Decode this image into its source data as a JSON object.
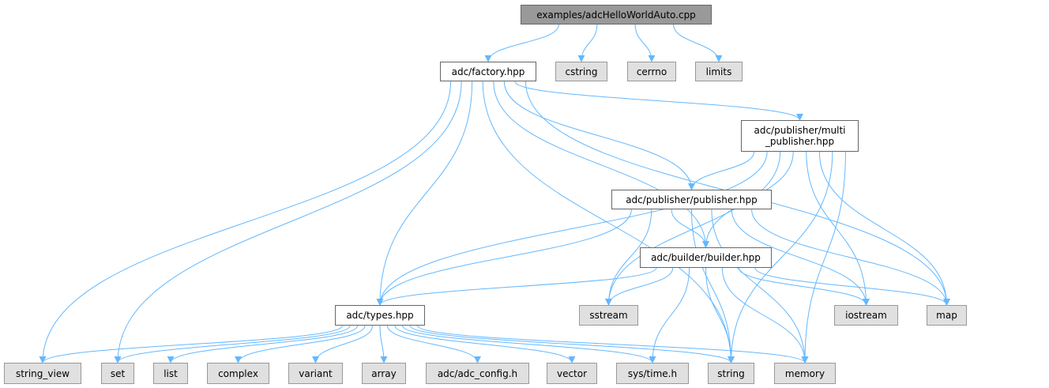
{
  "graph": {
    "nodes": [
      {
        "id": "main",
        "label": "examples/adcHelloWorldAuto.cpp",
        "kind": "root"
      },
      {
        "id": "factory",
        "label": "adc/factory.hpp",
        "kind": "local"
      },
      {
        "id": "cstring",
        "label": "cstring",
        "kind": "ext"
      },
      {
        "id": "cerrno",
        "label": "cerrno",
        "kind": "ext"
      },
      {
        "id": "limits",
        "label": "limits",
        "kind": "ext"
      },
      {
        "id": "multi",
        "label": "adc/publisher/multi\n_publisher.hpp",
        "kind": "local"
      },
      {
        "id": "publisher",
        "label": "adc/publisher/publisher.hpp",
        "kind": "local"
      },
      {
        "id": "builder",
        "label": "adc/builder/builder.hpp",
        "kind": "local"
      },
      {
        "id": "types",
        "label": "adc/types.hpp",
        "kind": "local"
      },
      {
        "id": "sstream",
        "label": "sstream",
        "kind": "ext"
      },
      {
        "id": "iostream",
        "label": "iostream",
        "kind": "ext"
      },
      {
        "id": "map",
        "label": "map",
        "kind": "ext"
      },
      {
        "id": "string_view",
        "label": "string_view",
        "kind": "ext"
      },
      {
        "id": "set",
        "label": "set",
        "kind": "ext"
      },
      {
        "id": "list",
        "label": "list",
        "kind": "ext"
      },
      {
        "id": "complex",
        "label": "complex",
        "kind": "ext"
      },
      {
        "id": "variant",
        "label": "variant",
        "kind": "ext"
      },
      {
        "id": "array",
        "label": "array",
        "kind": "ext"
      },
      {
        "id": "adc_config",
        "label": "adc/adc_config.h",
        "kind": "ext"
      },
      {
        "id": "vector",
        "label": "vector",
        "kind": "ext"
      },
      {
        "id": "systime",
        "label": "sys/time.h",
        "kind": "ext"
      },
      {
        "id": "string",
        "label": "string",
        "kind": "ext"
      },
      {
        "id": "memory",
        "label": "memory",
        "kind": "ext"
      }
    ],
    "edges": [
      [
        "main",
        "factory"
      ],
      [
        "main",
        "cstring"
      ],
      [
        "main",
        "cerrno"
      ],
      [
        "main",
        "limits"
      ],
      [
        "factory",
        "string_view"
      ],
      [
        "factory",
        "set"
      ],
      [
        "factory",
        "types"
      ],
      [
        "factory",
        "string"
      ],
      [
        "factory",
        "builder"
      ],
      [
        "factory",
        "publisher"
      ],
      [
        "factory",
        "multi"
      ],
      [
        "factory",
        "map"
      ],
      [
        "multi",
        "publisher"
      ],
      [
        "multi",
        "types"
      ],
      [
        "multi",
        "sstream"
      ],
      [
        "multi",
        "builder"
      ],
      [
        "multi",
        "iostream"
      ],
      [
        "multi",
        "map"
      ],
      [
        "multi",
        "string"
      ],
      [
        "multi",
        "memory"
      ],
      [
        "publisher",
        "types"
      ],
      [
        "publisher",
        "sstream"
      ],
      [
        "publisher",
        "builder"
      ],
      [
        "publisher",
        "string"
      ],
      [
        "publisher",
        "memory"
      ],
      [
        "publisher",
        "iostream"
      ],
      [
        "publisher",
        "map"
      ],
      [
        "builder",
        "types"
      ],
      [
        "builder",
        "sstream"
      ],
      [
        "builder",
        "systime"
      ],
      [
        "builder",
        "string"
      ],
      [
        "builder",
        "memory"
      ],
      [
        "builder",
        "iostream"
      ],
      [
        "builder",
        "map"
      ],
      [
        "types",
        "string_view"
      ],
      [
        "types",
        "set"
      ],
      [
        "types",
        "list"
      ],
      [
        "types",
        "complex"
      ],
      [
        "types",
        "variant"
      ],
      [
        "types",
        "array"
      ],
      [
        "types",
        "adc_config"
      ],
      [
        "types",
        "vector"
      ],
      [
        "types",
        "systime"
      ],
      [
        "types",
        "string"
      ],
      [
        "types",
        "memory"
      ]
    ],
    "colors": {
      "edge": "#63b8ff",
      "root_fill": "#999999",
      "ext_fill": "#e0e0e0"
    }
  }
}
